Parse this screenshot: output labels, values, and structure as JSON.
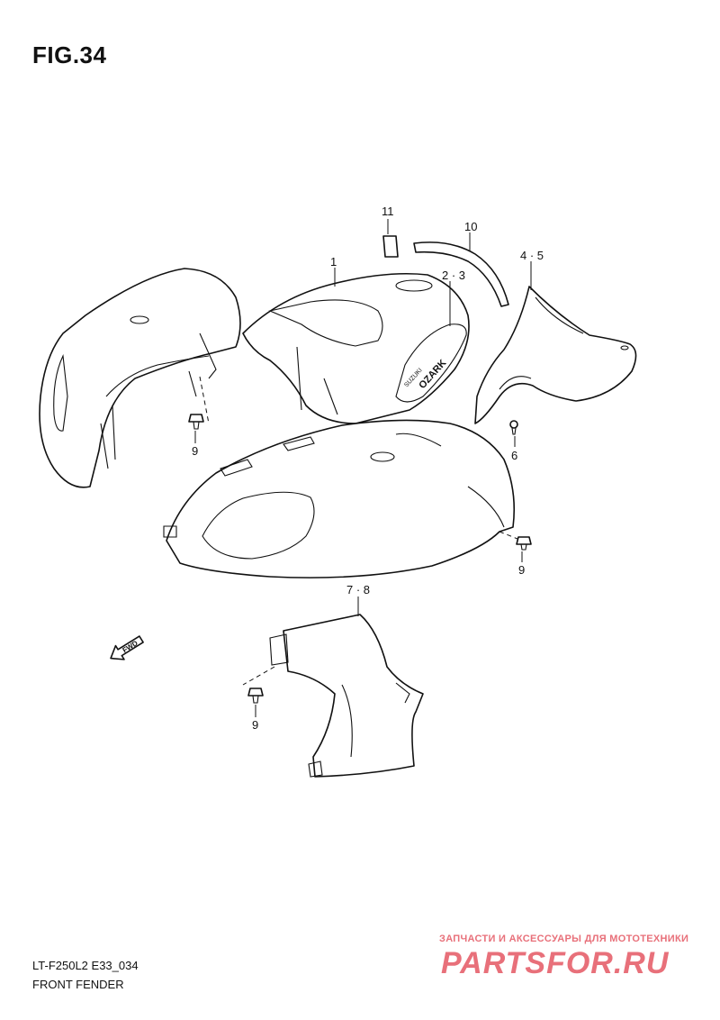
{
  "figure": {
    "title": "FIG.34",
    "model_code": "LT-F250L2 E33_034",
    "section_name": "FRONT FENDER"
  },
  "callouts": [
    {
      "id": "c-11",
      "label": "11"
    },
    {
      "id": "c-10",
      "label": "10"
    },
    {
      "id": "c-1",
      "label": "1"
    },
    {
      "id": "c-2-3",
      "label": "2 · 3"
    },
    {
      "id": "c-4-5",
      "label": "4 · 5"
    },
    {
      "id": "c-6",
      "label": "6"
    },
    {
      "id": "c-9a",
      "label": "9"
    },
    {
      "id": "c-9b",
      "label": "9"
    },
    {
      "id": "c-9c",
      "label": "9"
    },
    {
      "id": "c-7-8",
      "label": "7 · 8"
    }
  ],
  "direction_marker": {
    "label": "FWD"
  },
  "emblem": {
    "brand": "SUZUKI",
    "model": "OZARK"
  },
  "watermark": {
    "tagline": "ЗАПЧАСТИ И АКСЕССУАРЫ ДЛЯ МОТОТЕХНИКИ",
    "logo": "PARTSFOR.RU",
    "color": "#e8707a"
  }
}
